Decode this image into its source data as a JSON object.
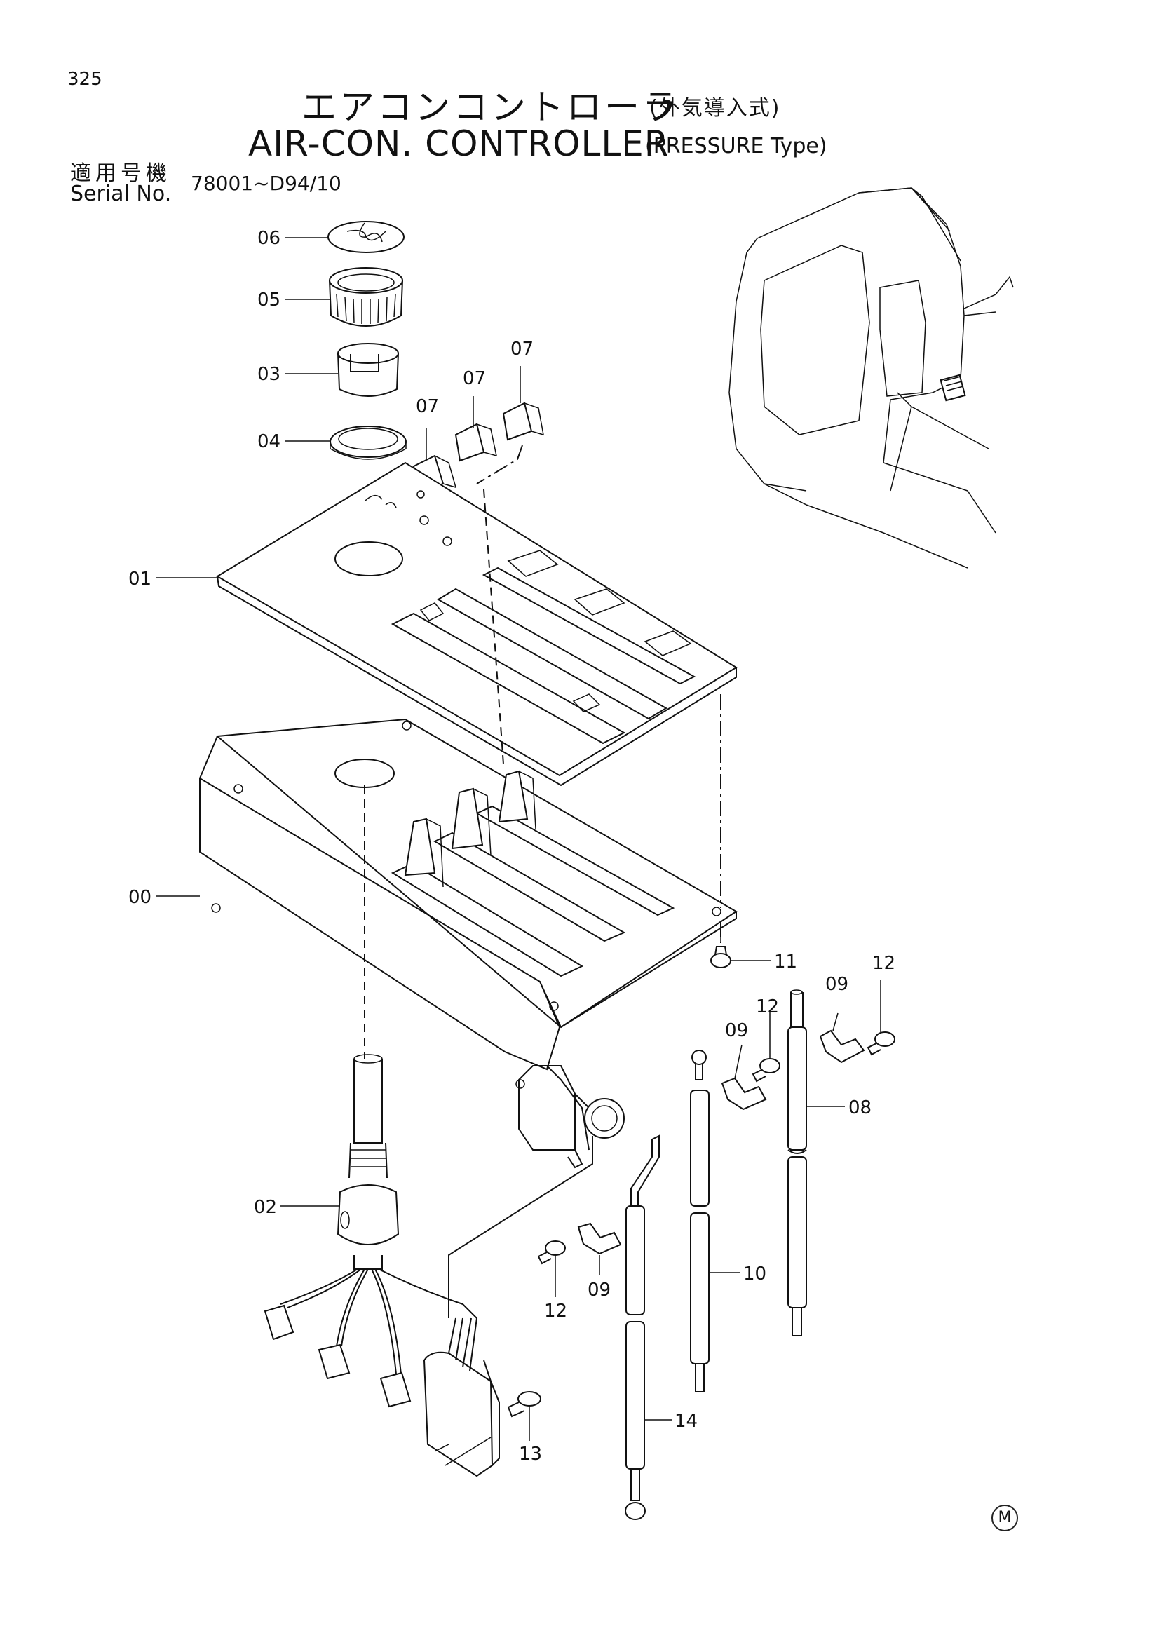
{
  "page_number": "325",
  "title": {
    "japanese": "エアコンコントローラ",
    "japanese_sub": "(外気導入式)",
    "english": "AIR-CON. CONTROLLER",
    "english_sub": "(PRESSURE Type)"
  },
  "serial": {
    "label_ja": "適用号機",
    "label_en": "Serial No.",
    "range": "78001~D94/10"
  },
  "callouts": {
    "p00": "00",
    "p01": "01",
    "p02": "02",
    "p03": "03",
    "p04": "04",
    "p05": "05",
    "p06": "06",
    "p07a": "07",
    "p07b": "07",
    "p07c": "07",
    "p08": "08",
    "p09a": "09",
    "p09b": "09",
    "p09c": "09",
    "p10": "10",
    "p11": "11",
    "p12a": "12",
    "p12b": "12",
    "p12c": "12",
    "p13": "13",
    "p14": "14"
  },
  "mark": "M"
}
